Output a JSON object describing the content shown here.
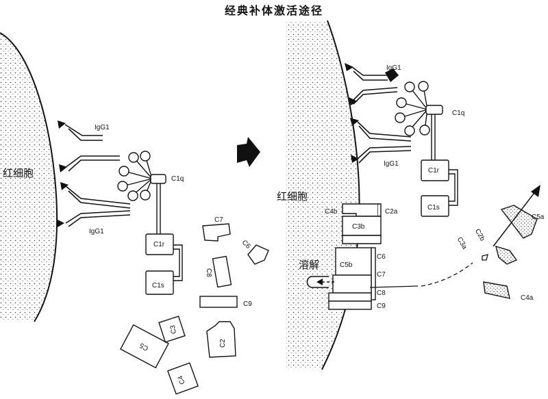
{
  "title": "经典补体激活途径",
  "left": {
    "cell_label": "红细胞",
    "igg_top": "IgG1",
    "igg_bottom": "IgG1",
    "c1q": "C1q",
    "c1r": "C1r",
    "c1s": "C1s",
    "c7": "C7",
    "c6": "C6",
    "c8": "C8",
    "c9": "C9",
    "c5": "C5",
    "c3": "C3",
    "c2": "C2",
    "c4": "C4"
  },
  "right": {
    "cell_label": "红细胞",
    "igg_top": "IgG1",
    "igg_mid": "IgG1",
    "c1q": "C1q",
    "c1r": "C1r",
    "c1s": "C1s",
    "c4b": "C4b",
    "c2a": "C2a",
    "c3b": "C3b",
    "c5b": "C5b",
    "c6": "C6",
    "c7": "C7",
    "c8": "C8",
    "c9": "C9",
    "lysis": "溶解",
    "c5a": "C5a",
    "c2b": "C2b",
    "c3a": "C3a",
    "c4a": "C4a"
  }
}
